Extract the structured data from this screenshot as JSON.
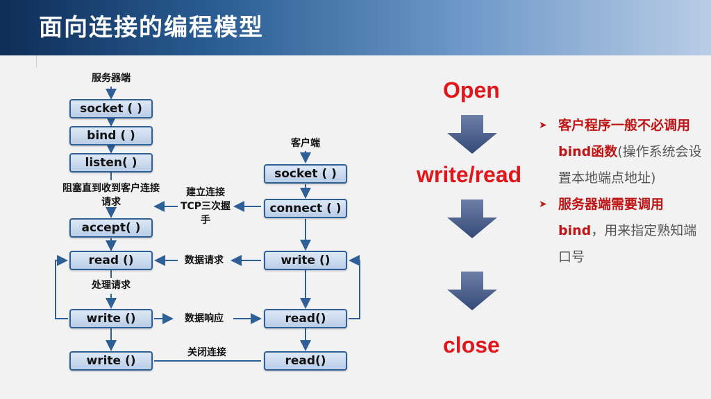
{
  "title": "面向连接的编程模型",
  "server": {
    "label": "服务器端",
    "boxes": [
      "socket ( )",
      "bind ( )",
      "listen( )",
      "accept( )",
      "read ()",
      "write ()",
      "write ()"
    ],
    "block_label": "阻塞直到收到客户连接请求",
    "process_label": "处理请求"
  },
  "client": {
    "label": "客户端",
    "boxes": [
      "socket ( )",
      "connect ( )",
      "write ()",
      "read()",
      "read()"
    ]
  },
  "connectors": {
    "establish": "建立连接TCP三次握手",
    "data_request": "数据请求",
    "data_response": "数据响应",
    "close_conn": "关闭连接"
  },
  "flow": {
    "open": "Open",
    "rw": "write/read",
    "close": "close"
  },
  "notes": {
    "n1_red": "客户程序一般不必调用bind函数",
    "n1_grey": "(操作系统会设置本地端点地址)",
    "n2_red": "服务器端需要调用bind",
    "n2_grey": "，用来指定熟知端口号"
  },
  "colors": {
    "arrow": "#2e5f97",
    "accent": "#e0161b",
    "box_border": "#2e5f97"
  }
}
